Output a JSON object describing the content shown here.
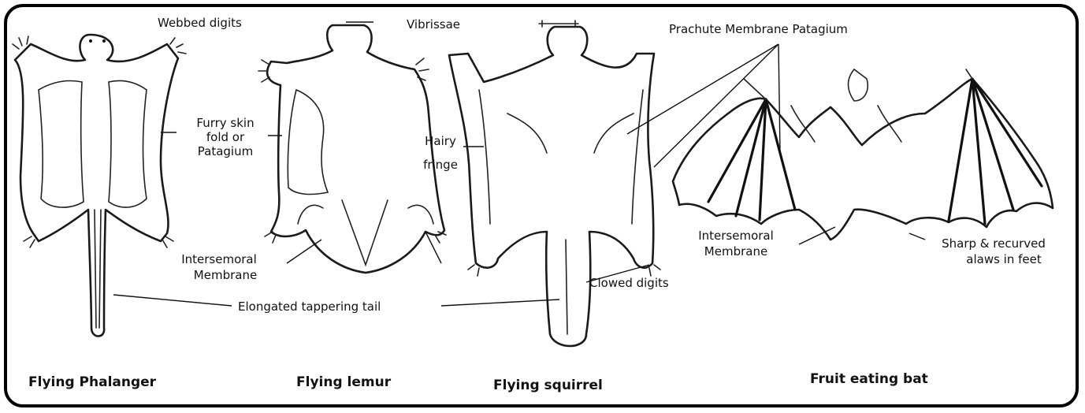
{
  "labels": {
    "webbed_digits": "Webbed digits",
    "vibrissae": "Vibrissae",
    "prachute": "Prachute Membrane Patagium",
    "furry_1": "Furry skin",
    "furry_2": "fold or",
    "furry_3": "Patagium",
    "hairy_1": "Hairy",
    "hairy_2": "fringe",
    "intersemoral_1": "Intersemoral",
    "intersemoral_2": "Membrane",
    "elongated": "Elongated tappering tail",
    "clowed": "Clowed digits",
    "bat_intersemoral_1": "Intersemoral",
    "bat_intersemoral_2": "Membrane",
    "sharp_1": "Sharp & recurved",
    "sharp_2": "alaws in feet"
  },
  "captions": {
    "phalanger": "Flying Phalanger",
    "lemur": "Flying lemur",
    "squirrel": "Flying squirrel",
    "bat": "Fruit eating bat"
  }
}
